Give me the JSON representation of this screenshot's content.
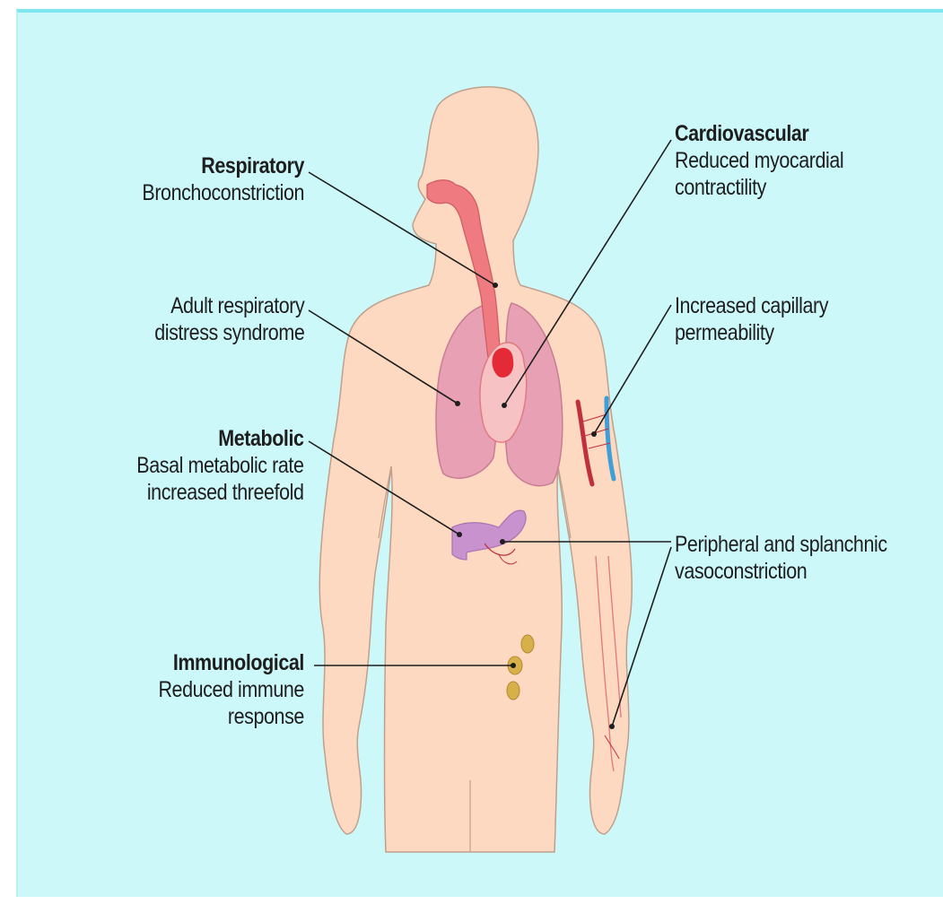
{
  "labels": {
    "respiratory": {
      "heading": "Respiratory",
      "lines": [
        "Bronchoconstriction"
      ]
    },
    "ards": {
      "heading": "",
      "lines": [
        "Adult respiratory",
        "distress syndrome"
      ]
    },
    "metabolic": {
      "heading": "Metabolic",
      "lines": [
        "Basal metabolic rate",
        "increased threefold"
      ]
    },
    "immunological": {
      "heading": "Immunological",
      "lines": [
        "Reduced immune",
        "response"
      ]
    },
    "cardiovascular": {
      "heading": "Cardiovascular",
      "lines": [
        "Reduced myocardial",
        "contractility"
      ]
    },
    "capillary": {
      "heading": "",
      "lines": [
        "Increased capillary",
        "permeability"
      ]
    },
    "vasoconstriction": {
      "heading": "",
      "lines": [
        "Peripheral and splanchnic",
        "vasoconstriction"
      ]
    }
  },
  "colors": {
    "background": "#cdf8fa",
    "skin": "#fcd9c0",
    "skin_outline": "#bfa08c",
    "lungs": "#e7a0b4",
    "airway": "#ef7a80",
    "heart": "#f36a72",
    "gut": "#c892cf",
    "artery": "#c0303a",
    "vein": "#3f9ed8",
    "lymph": "#d7b04a",
    "leader_line": "#1e1e1e"
  }
}
